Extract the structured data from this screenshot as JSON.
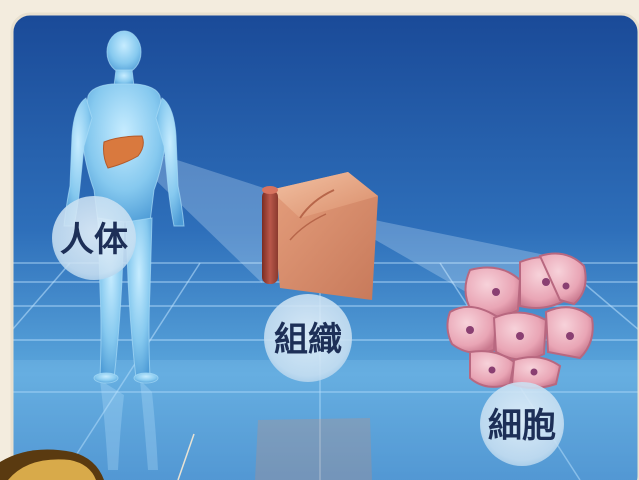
{
  "labels": {
    "body": "人体",
    "tissue": "組織",
    "cell": "細胞"
  },
  "colors": {
    "panel_top": "#1a4ea0",
    "panel_bottom": "#5aa6dc",
    "body_figure": "#8fd0f2",
    "organ": "#d9793e",
    "tissue": "#dc9472",
    "vessel": "#a84a3c",
    "cell": "#e7a8b6",
    "nucleus": "#8a3f72",
    "label_circle": "#cfe3f3",
    "label_text": "#1d2f57",
    "frame": "#f3ecde"
  }
}
